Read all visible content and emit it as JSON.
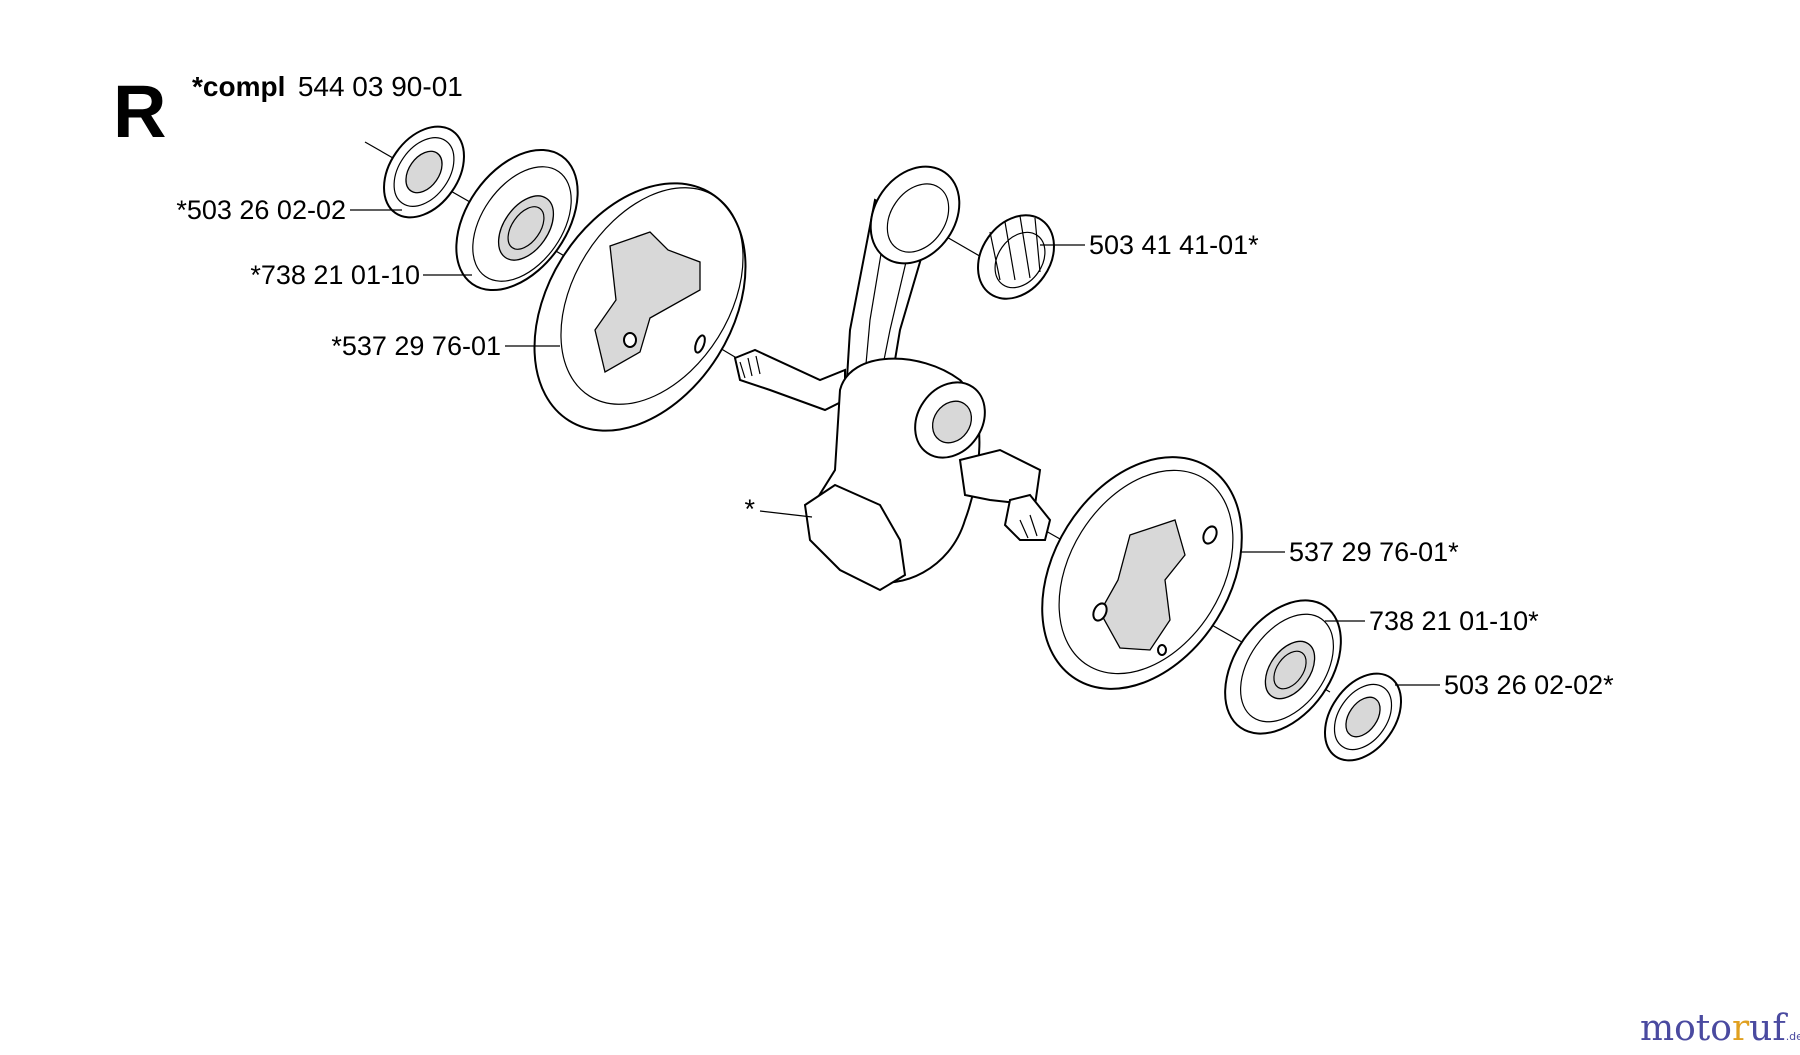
{
  "section_letter": "R",
  "assembly": {
    "prefix": "*compl",
    "number": "544 03 90-01"
  },
  "labels": {
    "left_seal": "*503 26 02-02",
    "left_bearing": "*738 21 01-10",
    "left_crank_half": "*537 29 76-01",
    "needle_bearing": "503 41 41-01*",
    "crankshaft": "*",
    "right_crank_half": "537 29 76-01*",
    "right_bearing": "738 21 01-10*",
    "right_seal": "503 26 02-02*"
  },
  "watermark": {
    "main": "moto",
    "accent": "r",
    "rest": "uf",
    "suffix": ".de"
  }
}
